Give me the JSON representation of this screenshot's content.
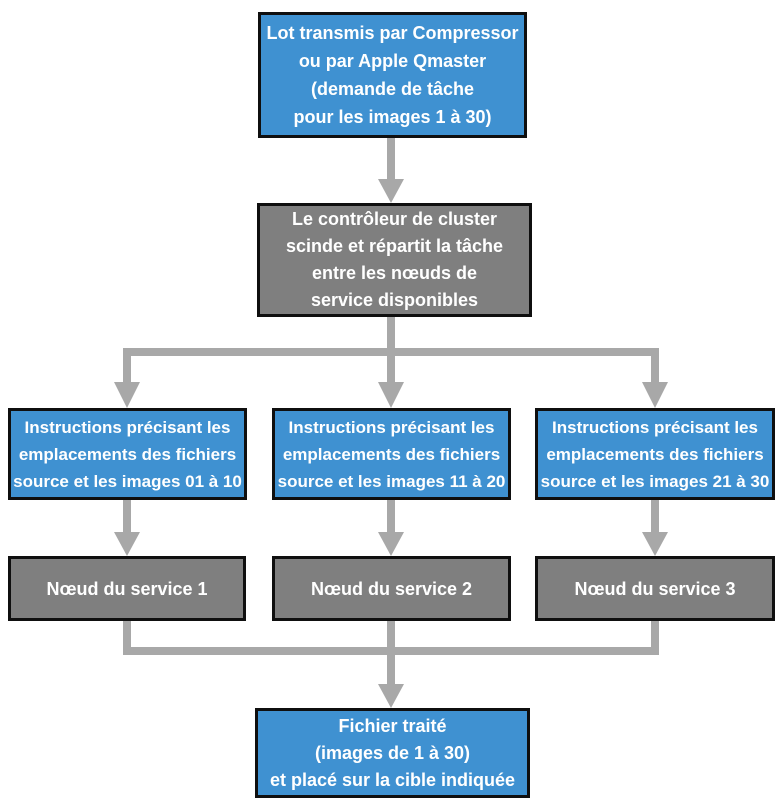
{
  "colors": {
    "background": "#ffffff",
    "box_blue": "#3f91d1",
    "box_gray": "#7f7f7f",
    "box_border": "#0f0f0f",
    "arrow_gray": "#a8a8a8",
    "text_white": "#ffffff"
  },
  "nodes": {
    "batch": "Lot transmis par Compressor\nou par Apple Qmaster\n(demande de tâche\npour les images 1 à 30)",
    "controller": "Le contrôleur de cluster\nscinde et répartit la tâche\nentre les nœuds de\nservice disponibles",
    "instructions_1": "Instructions précisant les\nemplacements des fichiers\nsource et les images 01 à 10",
    "instructions_2": "Instructions précisant les\nemplacements des fichiers\nsource et les images 11 à 20",
    "instructions_3": "Instructions précisant les\nemplacements des fichiers\nsource et les images 21 à 30",
    "service_node_1": "Nœud du service 1",
    "service_node_2": "Nœud du service 2",
    "service_node_3": "Nœud du service 3",
    "output": "Fichier traité\n(images de 1 à 30)\net placé sur la cible indiquée"
  }
}
